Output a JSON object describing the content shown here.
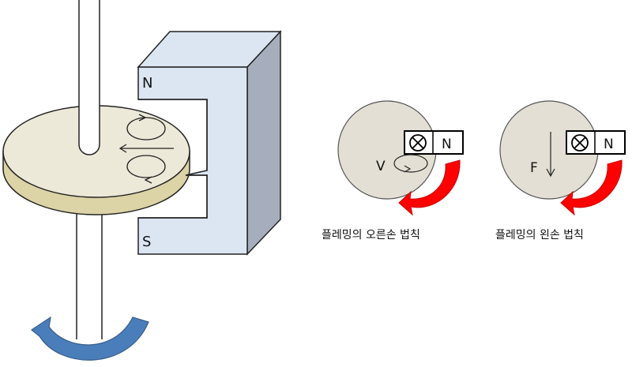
{
  "left_diagram": {
    "magnet_north": "N",
    "magnet_south": "S"
  },
  "right_hand_rule": {
    "north_label": "N",
    "velocity_label": "V",
    "caption": "플레밍의 오른손 법칙"
  },
  "left_hand_rule": {
    "north_label": "N",
    "force_label": "F",
    "caption": "플레밍의 왼손 법칙"
  },
  "colors": {
    "disk_face": "#ede9d9",
    "disk_edge": "#dcd3a6",
    "magnet_front": "#dce6f2",
    "magnet_side": "#a6aebd",
    "circle_fill": "#e3dfd5",
    "rotation_arrow_blue": "#4a7ebb",
    "rotation_arrow_red": "#ff0000"
  }
}
